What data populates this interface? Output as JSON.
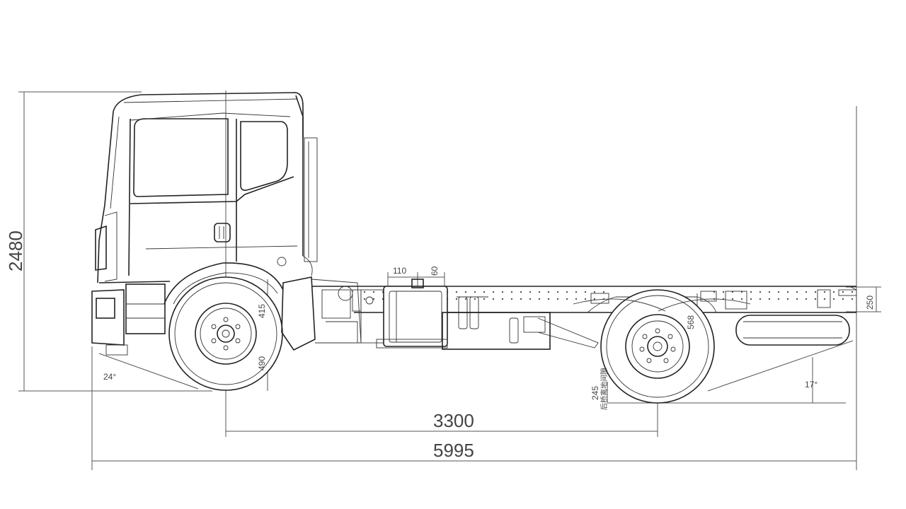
{
  "dimensions": {
    "overall_height": "2480",
    "wheelbase": "3300",
    "overall_length": "5995",
    "front_overhang_angle": "24°",
    "rear_departure_angle": "17°",
    "front_axle_upper": "415",
    "front_axle_lower": "490",
    "tank_top_110": "110",
    "tank_top_60": "60",
    "rear_axle_568": "568",
    "frame_height_250": "250",
    "rear_ground_245": "245"
  },
  "rear_ground_note": "后桥离地间隙"
}
